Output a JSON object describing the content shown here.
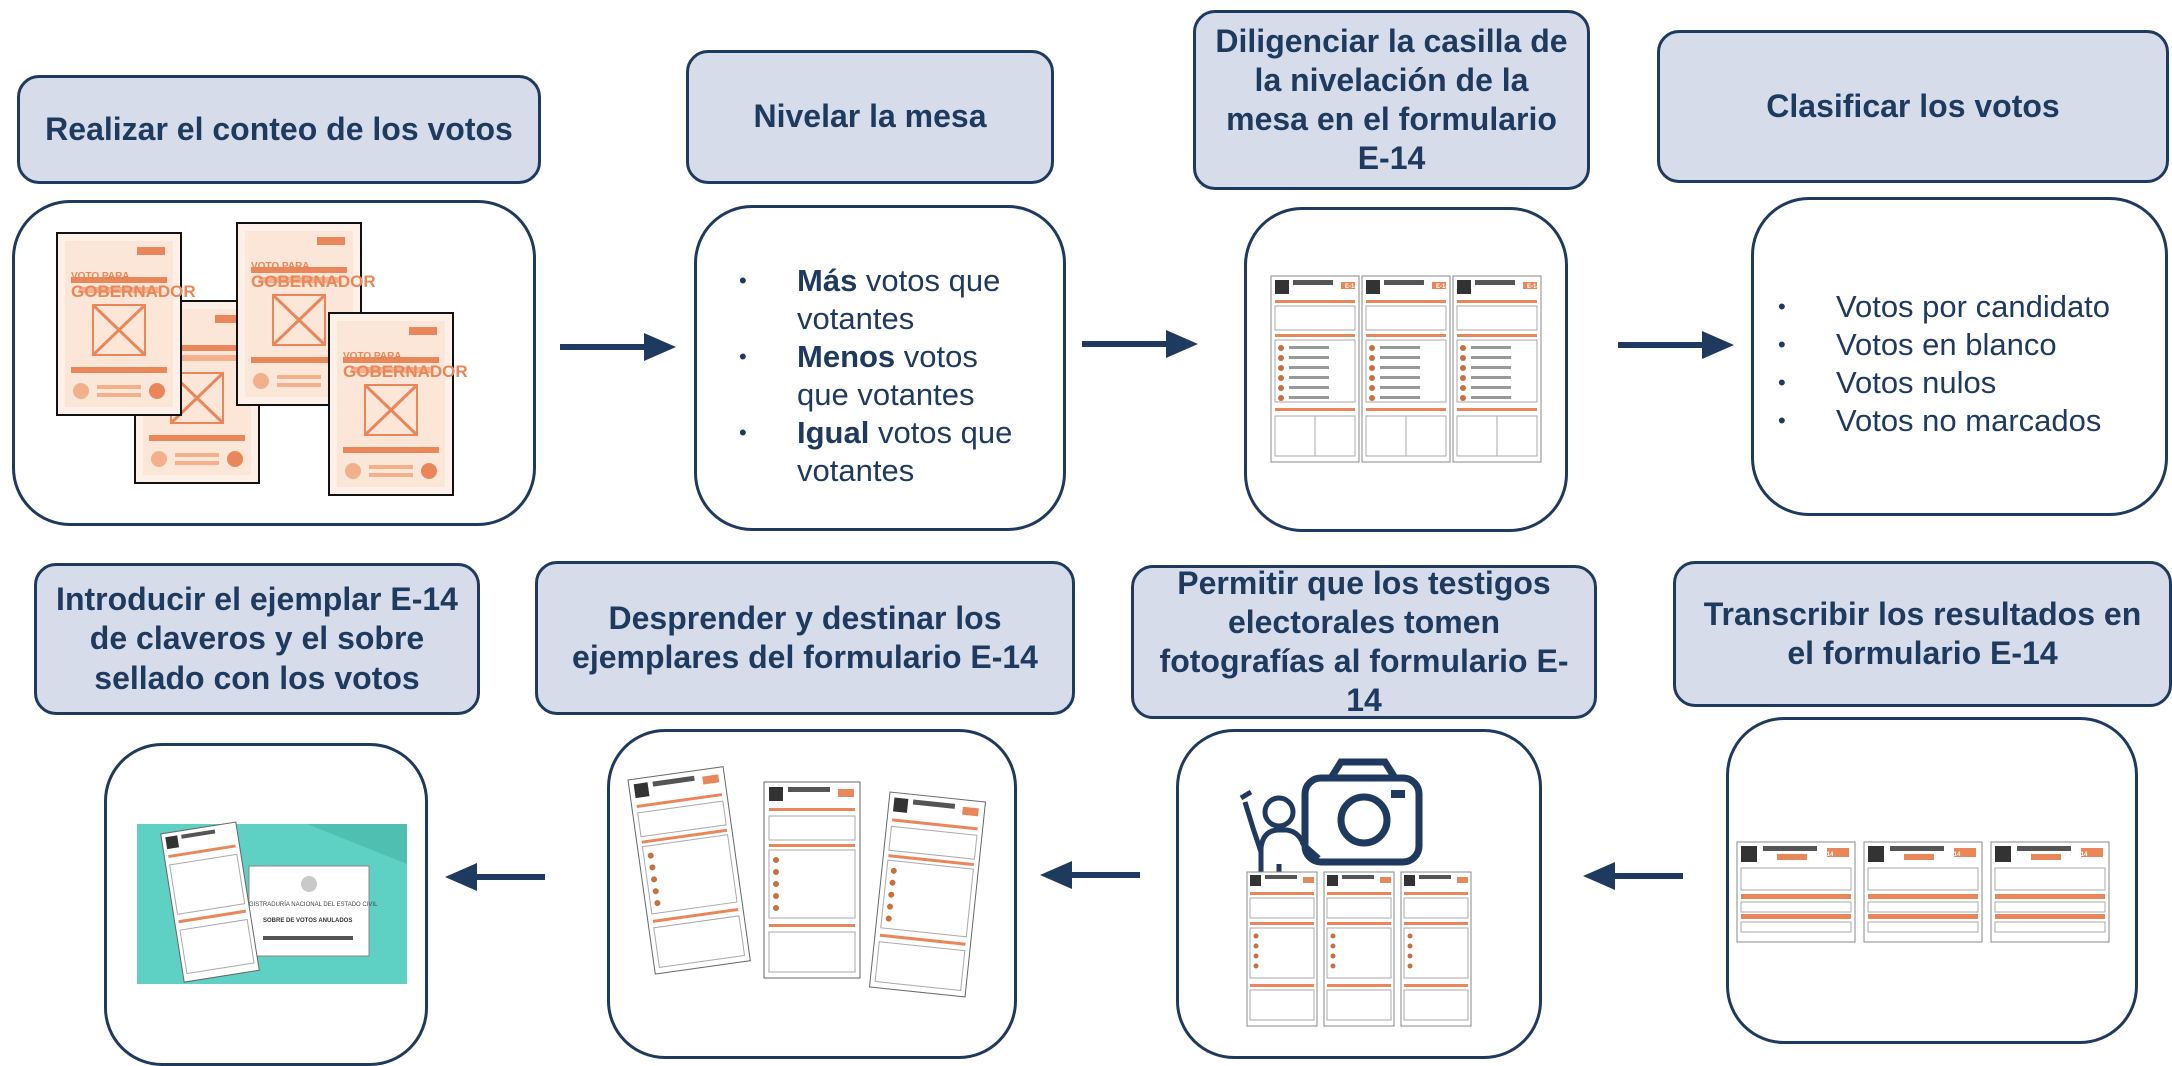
{
  "colors": {
    "navy": "#1f3a5f",
    "header_fill": "#d6dcea",
    "orange": "#e9875a",
    "teal": "#5fd1c4"
  },
  "steps": [
    {
      "title": "Realizar el conteo de los votos"
    },
    {
      "title": "Nivelar  la mesa",
      "bullets": [
        {
          "bold": "Más",
          "rest": " votos que votantes"
        },
        {
          "bold": "Menos",
          "rest": " votos que votantes"
        },
        {
          "bold": "Igual",
          "rest": " votos que votantes"
        }
      ]
    },
    {
      "title": "Diligenciar la casilla de la nivelación de la mesa en el formulario E-14"
    },
    {
      "title": "Clasificar los votos",
      "bullets": [
        "Votos por candidato",
        "Votos en blanco",
        "Votos nulos",
        "Votos no marcados"
      ]
    },
    {
      "title": "Transcribir los resultados en el formulario E-14"
    },
    {
      "title": "Permitir que los testigos electorales tomen fotografías al formulario E-14"
    },
    {
      "title": "Desprender y destinar los ejemplares del formulario E-14"
    },
    {
      "title": "Introducir el ejemplar  E-14 de claveros y el sobre sellado con los votos"
    }
  ],
  "ballot": {
    "line1": "VOTO PARA",
    "line2": "GOBERNADOR"
  },
  "form_code": "E-14",
  "envelope": {
    "title": "SOBRE DE VOTOS ANULADOS",
    "org": "REGISTRADURÍA NACIONAL DEL ESTADO CIVIL"
  },
  "icons": [
    "arrow-right-icon",
    "arrow-left-icon",
    "camera-icon",
    "person-icon"
  ]
}
